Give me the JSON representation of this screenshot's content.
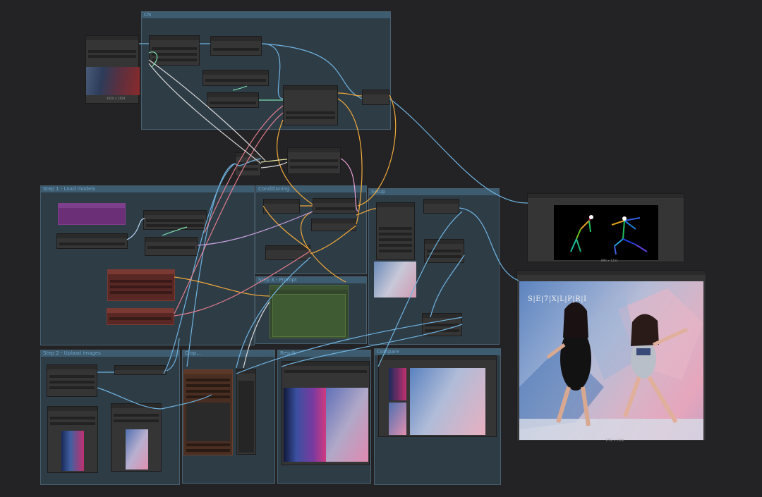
{
  "groups": [
    {
      "key": "cn",
      "title": "CN"
    },
    {
      "key": "step1",
      "title": "Step 1 - Load models"
    },
    {
      "key": "conditioning",
      "title": "Conditioning"
    },
    {
      "key": "step3",
      "title": "Step 3 - Prompt"
    },
    {
      "key": "setup",
      "title": "Setup"
    },
    {
      "key": "step2",
      "title": "Step 2 - Upload images"
    },
    {
      "key": "g_mid1",
      "title": "Crop..."
    },
    {
      "key": "g_mid2",
      "title": "Result"
    },
    {
      "key": "g_right",
      "title": "Compare"
    }
  ],
  "watermark": "S|E|7|X|L|P|R|I",
  "colors": {
    "canvas": "#232325",
    "node": "#353535",
    "wire_blue": "#6fb3e0",
    "wire_orange": "#f0a93a",
    "wire_pink": "#e07d8c",
    "wire_white": "#d7d7d7",
    "wire_green": "#7fe0b0",
    "purple_node": "#7a3a8a",
    "red_node": "#6a2e2a",
    "green_node": "#3e5a33",
    "brown_node": "#5a3a2a"
  }
}
